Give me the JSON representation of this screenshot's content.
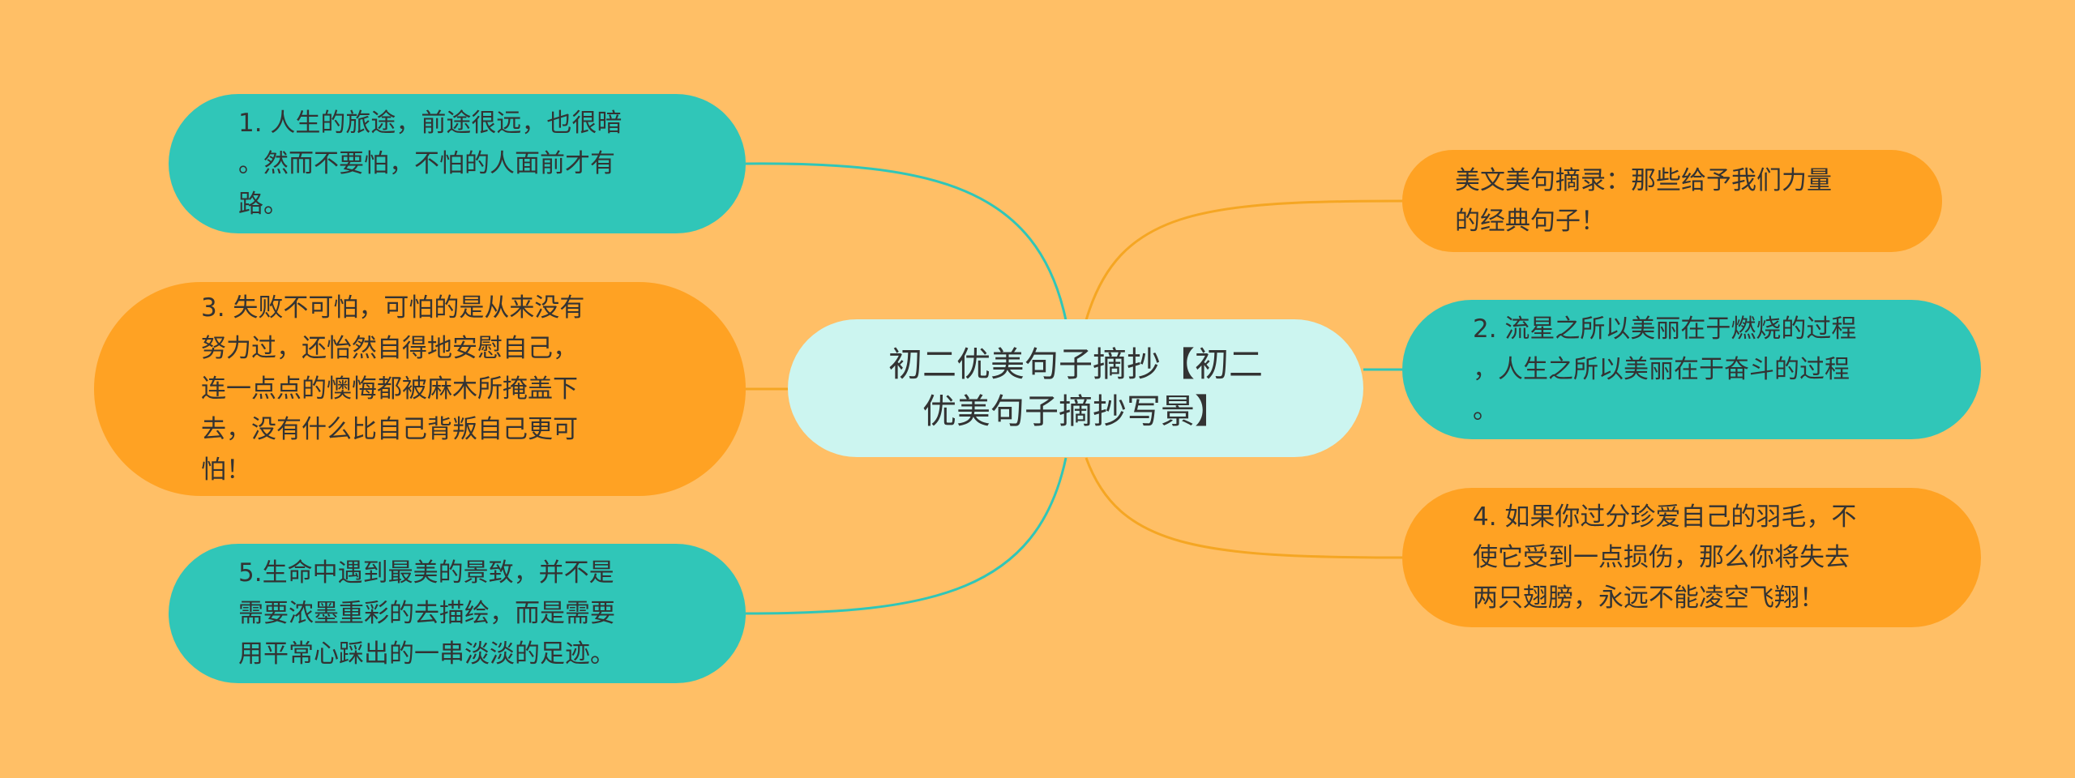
{
  "colors": {
    "background": "#FFBF66",
    "center_fill": "#CCF5F0",
    "teal": "#30C6B8",
    "orange": "#FFA223",
    "teal_link": "#30C6B8",
    "orange_link": "#F5A623",
    "text": "#333333"
  },
  "center": {
    "text": "初二优美句子摘抄【初二\n优美句子摘抄写景】"
  },
  "left_nodes": [
    {
      "text": "1. 人生的旅途，前途很远，也很暗\n。然而不要怕，不怕的人面前才有\n路。",
      "color": "teal"
    },
    {
      "text": "3. 失败不可怕，可怕的是从来没有\n努力过，还怡然自得地安慰自己，\n连一点点的懊悔都被麻木所掩盖下\n去，没有什么比自己背叛自己更可\n怕！",
      "color": "orange"
    },
    {
      "text": "5.生命中遇到最美的景致，并不是\n需要浓墨重彩的去描绘，而是需要\n用平常心踩出的一串淡淡的足迹。",
      "color": "teal"
    }
  ],
  "right_nodes": [
    {
      "text": "美文美句摘录：那些给予我们力量\n的经典句子！",
      "color": "orange"
    },
    {
      "text": "2. 流星之所以美丽在于燃烧的过程\n，人生之所以美丽在于奋斗的过程\n。",
      "color": "teal"
    },
    {
      "text": "4. 如果你过分珍爱自己的羽毛，不\n使它受到一点损伤，那么你将失去\n两只翅膀，永远不能凌空飞翔！",
      "color": "orange"
    }
  ]
}
